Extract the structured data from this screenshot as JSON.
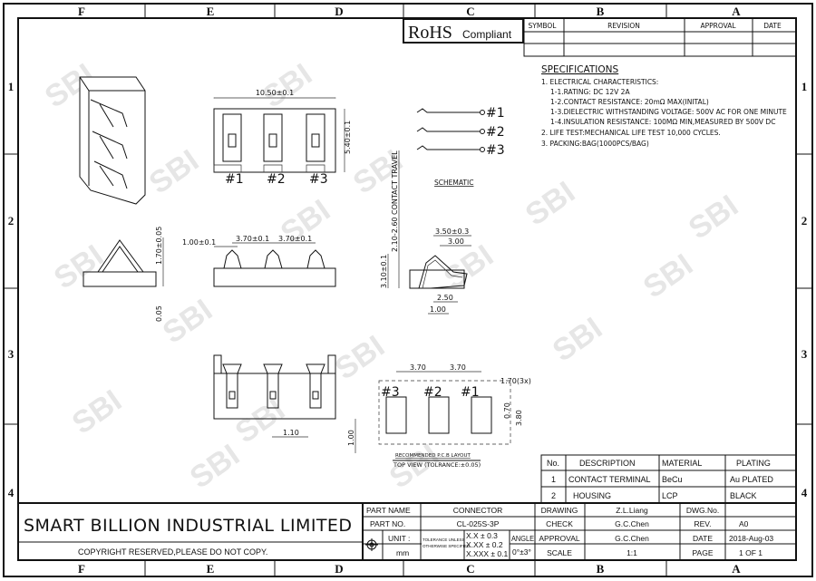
{
  "frame": {
    "columns": [
      "F",
      "E",
      "D",
      "C",
      "B",
      "A"
    ],
    "rows": [
      "1",
      "2",
      "3",
      "4"
    ]
  },
  "watermark": "SBI",
  "rohs": {
    "big": "RoHS",
    "small": "Compliant"
  },
  "revision_table": {
    "headers": [
      "SYMBOL",
      "REVISION",
      "APPROVAL",
      "DATE"
    ]
  },
  "specifications": {
    "title": "SPECIFICATIONS",
    "lines": [
      "1. ELECTRICAL CHARACTERISTICS:",
      "1-1.RATING: DC 12V 2A",
      "1-2.CONTACT RESISTANCE: 20mΩ MAX(INITAL)",
      "1-3.DIELECTRIC WITHSTANDING VOLTAGE: 500V AC FOR ONE MINUTE",
      "1-4.INSULATION RESISTANCE: 100MΩ MIN,MEASURED BY 500V DC",
      "2. LIFE TEST:MECHANICAL LIFE TEST 10,000 CYCLES.",
      "3. PACKING:BAG(1000PCS/BAG)"
    ]
  },
  "schematic": {
    "title": "SCHEMATIC",
    "pins": [
      "#1",
      "#2",
      "#3"
    ]
  },
  "top_view": {
    "width_dim": "10.50±0.1",
    "height_dim": "5.40±0.1",
    "pins": [
      "#1",
      "#2",
      "#3"
    ]
  },
  "front_view": {
    "offset_dim": "1.00±0.1",
    "pitch1": "3.70±0.1",
    "pitch2": "3.70±0.1"
  },
  "side_view": {
    "height_dim": "1.70±0.05",
    "base_dim": "0.05"
  },
  "contact_view": {
    "travel": "2.10-2.60 CONTACT TRAVEL",
    "height": "3.10±0.1",
    "width": "3.50±0.3",
    "inner": "3.00",
    "d250": "2.50",
    "d100": "1.00"
  },
  "bottom_view": {
    "d110": "1.10",
    "d100": "1.00"
  },
  "pcb_layout": {
    "pitch1": "3.70",
    "pitch2": "3.70",
    "pad_width": "1.70(3x)",
    "d070": "0.70",
    "d380": "3.80",
    "pins": [
      "#3",
      "#2",
      "#1"
    ],
    "title": "RECOMMENDED P.C.B LAYOUT",
    "subtitle": "TOP VIEW (TOLRANCE:±0.05)"
  },
  "bom": {
    "headers": [
      "No.",
      "DESCRIPTION",
      "MATERIAL",
      "PLATING"
    ],
    "rows": [
      [
        "1",
        "CONTACT TERMINAL",
        "BeCu",
        "Au PLATED"
      ],
      [
        "2",
        "HOUSING",
        "LCP",
        "BLACK"
      ]
    ]
  },
  "title_block": {
    "company": "SMART BILLION INDUSTRIAL LIMITED",
    "copyright": "COPYRIGHT RESERVED,PLEASE DO NOT COPY.",
    "part_name_label": "PART NAME",
    "part_name": "CONNECTOR",
    "part_no_label": "PART NO.",
    "part_no": "CL-025S-3P",
    "unit_label": "UNIT :",
    "unit": "mm",
    "tolerance_label": [
      "TOLERANCE UNLESS",
      "OTHERWISE SPECIFIED"
    ],
    "tolerances": [
      "X.X ± 0.3",
      "X.XX ± 0.2",
      "X.XXX ± 0.1"
    ],
    "angle_label": "ANGLE",
    "angle": "0°±3°",
    "drawing_label": "DRAWING",
    "drawing": "Z.L.Liang",
    "check_label": "CHECK",
    "check": "G.C.Chen",
    "approval_label": "APPROVAL",
    "approval": "G.C.Chen",
    "scale_label": "SCALE",
    "scale": "1:1",
    "dwg_label": "DWG.No.",
    "dwg": "",
    "rev_label": "REV.",
    "rev": "A0",
    "date_label": "DATE",
    "date": "2018-Aug-03",
    "page_label": "PAGE",
    "page": "1 OF 1"
  }
}
